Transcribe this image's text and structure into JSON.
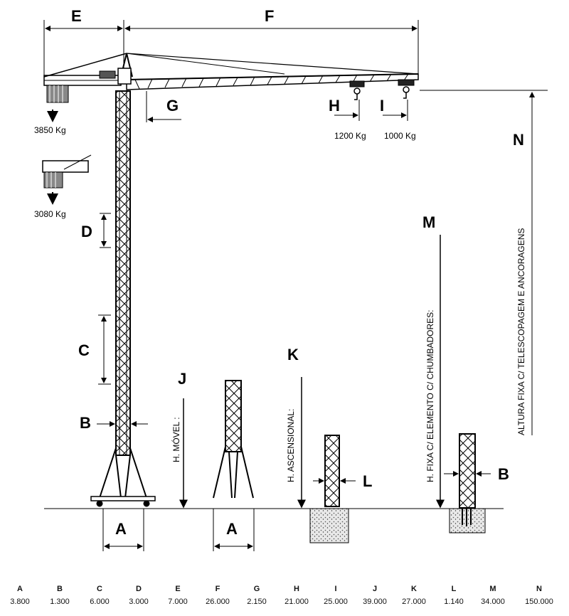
{
  "diagram": {
    "dimension_letters": {
      "E": "E",
      "F": "F",
      "G": "G",
      "H": "H",
      "I": "I",
      "D": "D",
      "C": "C",
      "B_left": "B",
      "A_base": "A",
      "J": "J",
      "A_mobile": "A",
      "K": "K",
      "L": "L",
      "M": "M",
      "B_fixed": "B",
      "N": "N"
    },
    "loads": {
      "counterweight_1": "3850 Kg",
      "counterweight_2": "3080 Kg",
      "tip_load_h": "1200 Kg",
      "tip_load_i": "1000 Kg"
    },
    "vertical_captions": {
      "movel": "H. MÓVEL :",
      "ascensional": "H. ASCENSIONAL:",
      "fixa_chumbadores": "H. FIXA C/ ELEMENTO C/ CHUMBADORES:",
      "fixa_telescopagem": "ALTURA FIXA C/ TELESCOPAGEM E ANCORAGENS"
    }
  },
  "specs": [
    {
      "key": "A",
      "value": "3.800"
    },
    {
      "key": "B",
      "value": "1.300"
    },
    {
      "key": "C",
      "value": "6.000"
    },
    {
      "key": "D",
      "value": "3.000"
    },
    {
      "key": "E",
      "value": "7.000"
    },
    {
      "key": "F",
      "value": "26.000"
    },
    {
      "key": "G",
      "value": "2.150"
    },
    {
      "key": "H",
      "value": "21.000"
    },
    {
      "key": "I",
      "value": "25.000"
    },
    {
      "key": "J",
      "value": "39.000"
    },
    {
      "key": "K",
      "value": "27.000"
    },
    {
      "key": "L",
      "value": "1.140"
    },
    {
      "key": "M",
      "value": "34.000"
    },
    {
      "key": "N",
      "value": "150.000"
    }
  ]
}
